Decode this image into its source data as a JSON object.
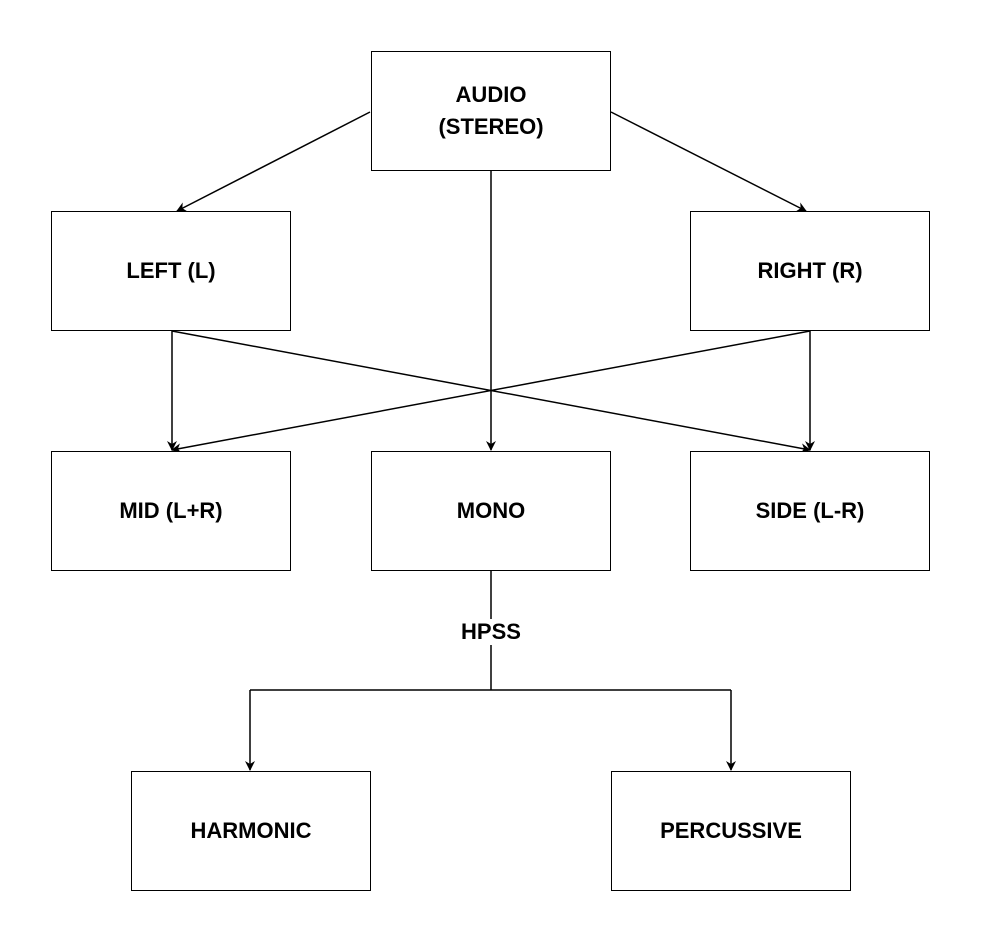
{
  "diagram": {
    "nodes": {
      "audio": "AUDIO\n(STEREO)",
      "left": "LEFT (L)",
      "right": "RIGHT (R)",
      "mid": "MID (L+R)",
      "mono": "MONO",
      "side": "SIDE (L-R)",
      "harmonic": "HARMONIC",
      "percussive": "PERCUSSIVE"
    },
    "edge_labels": {
      "hpss": "HPSS"
    },
    "edges": [
      {
        "from": "audio",
        "to": "left"
      },
      {
        "from": "audio",
        "to": "right"
      },
      {
        "from": "audio",
        "to": "mono"
      },
      {
        "from": "left",
        "to": "mid"
      },
      {
        "from": "left",
        "to": "side"
      },
      {
        "from": "right",
        "to": "mid"
      },
      {
        "from": "right",
        "to": "side"
      },
      {
        "from": "mono",
        "to": "harmonic",
        "label": "HPSS"
      },
      {
        "from": "mono",
        "to": "percussive",
        "label": "HPSS"
      }
    ]
  }
}
